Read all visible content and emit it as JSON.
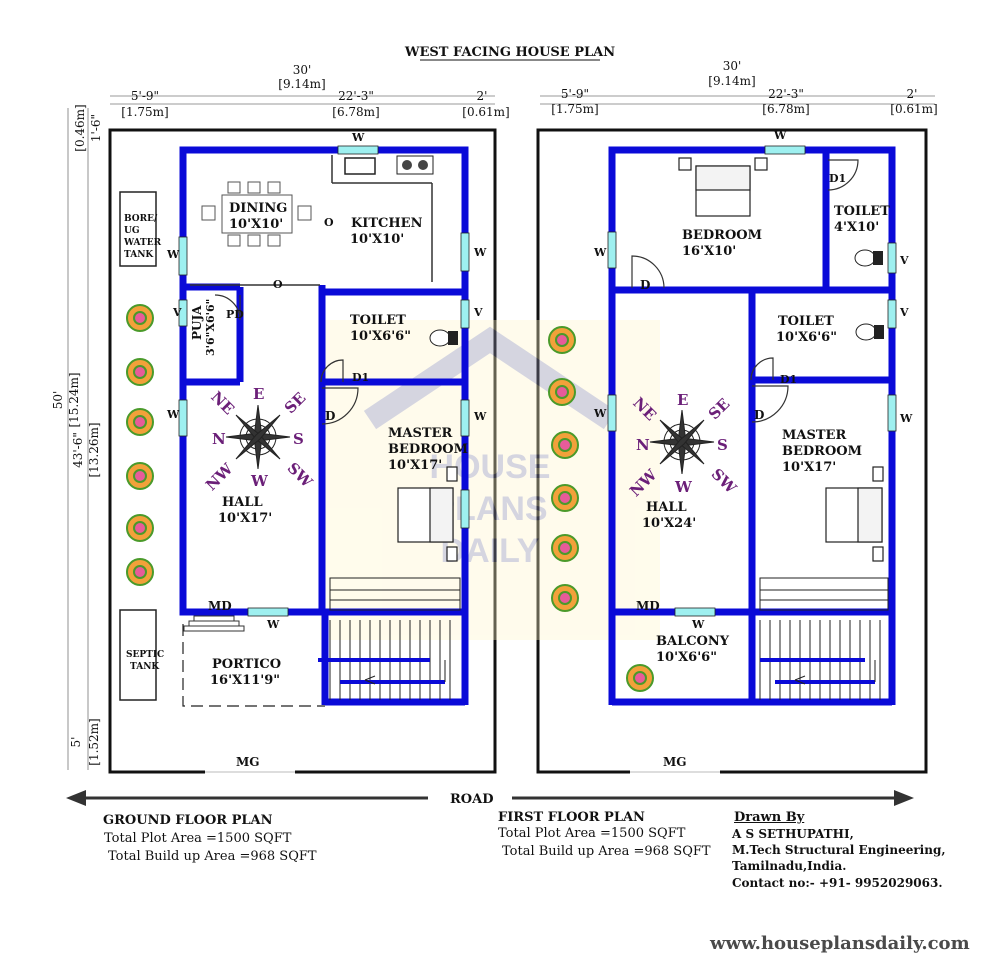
{
  "title": "WEST FACING HOUSE PLAN",
  "dims": {
    "width_ft": "30'",
    "width_m": "[9.14m]",
    "left_ft": "5'-9\"",
    "left_m": "[1.75m]",
    "mid_ft": "22'-3\"",
    "mid_m": "[6.78m]",
    "right_ft": "2'",
    "right_m": "[0.61m]",
    "length_ft": "50'",
    "length_m": "[15.24m]",
    "inner_ft": "43'-6\"",
    "inner_m": "[13.26m]",
    "top_ft": "1'-6\"",
    "top_m": "[0.46m]",
    "bottom_ft": "5'",
    "bottom_m": "[1.52m]"
  },
  "ground": {
    "dining": "DINING",
    "dining_size": "10'X10'",
    "kitchen": "KITCHEN",
    "kitchen_size": "10'X10'",
    "bore1": "BORE/",
    "bore2": "UG",
    "bore3": "WATER",
    "bore4": "TANK",
    "puja": "PUJA",
    "puja_size": "3'6\"X6'6\"",
    "pd": "PD",
    "toilet": "TOILET",
    "toilet_size": "10'X6'6\"",
    "d1": "D1",
    "d": "D",
    "hall": "HALL",
    "hall_size": "10'X17'",
    "master1": "MASTER",
    "master2": "BEDROOM",
    "master_size": "10'X17'",
    "md": "MD",
    "septic1": "SEPTIC",
    "septic2": "TANK",
    "portico": "PORTICO",
    "portico_size": "16'X11'9\"",
    "mg": "MG",
    "caption": "GROUND FLOOR PLAN",
    "plot": "Total Plot Area =1500 SQFT",
    "build": "Total Build up Area =968 SQFT"
  },
  "first": {
    "bedroom": "BEDROOM",
    "bedroom_size": "16'X10'",
    "toilet_a": "TOILET",
    "toilet_a_size": "4'X10'",
    "d1a": "D1",
    "d": "D",
    "toilet": "TOILET",
    "toilet_size": "10'X6'6\"",
    "d1": "D1",
    "d2": "D",
    "hall": "HALL",
    "hall_size": "10'X24'",
    "master1": "MASTER",
    "master2": "BEDROOM",
    "master_size": "10'X17'",
    "md": "MD",
    "balcony": "BALCONY",
    "balcony_size": "10'X6'6\"",
    "mg": "MG",
    "caption": "FIRST FLOOR PLAN",
    "plot": "Total Plot Area =1500 SQFT",
    "build": "Total Build up Area =968 SQFT"
  },
  "labels": {
    "w": "W",
    "v": "V",
    "o": "O"
  },
  "compass": {
    "n": "N",
    "s": "S",
    "e": "E",
    "w": "W",
    "ne": "NE",
    "nw": "NW",
    "se": "SE",
    "sw": "SW"
  },
  "road": "ROAD",
  "credits": {
    "drawn_by": "Drawn By",
    "name": "A S SETHUPATHI,",
    "qual": "M.Tech Structural Engineering,",
    "place": "Tamilnadu,India.",
    "contact": "Contact no:- +91- 9952029063."
  },
  "watermark": {
    "l1": "HOUSE",
    "l2": "PLANS",
    "l3": "DAILY"
  },
  "website": "www.houseplansdaily.com",
  "colors": {
    "wall": "#0a0ad8",
    "window": "#9ef0f0",
    "compass_text": "#6b1f78",
    "plant": "#f2a13a"
  }
}
